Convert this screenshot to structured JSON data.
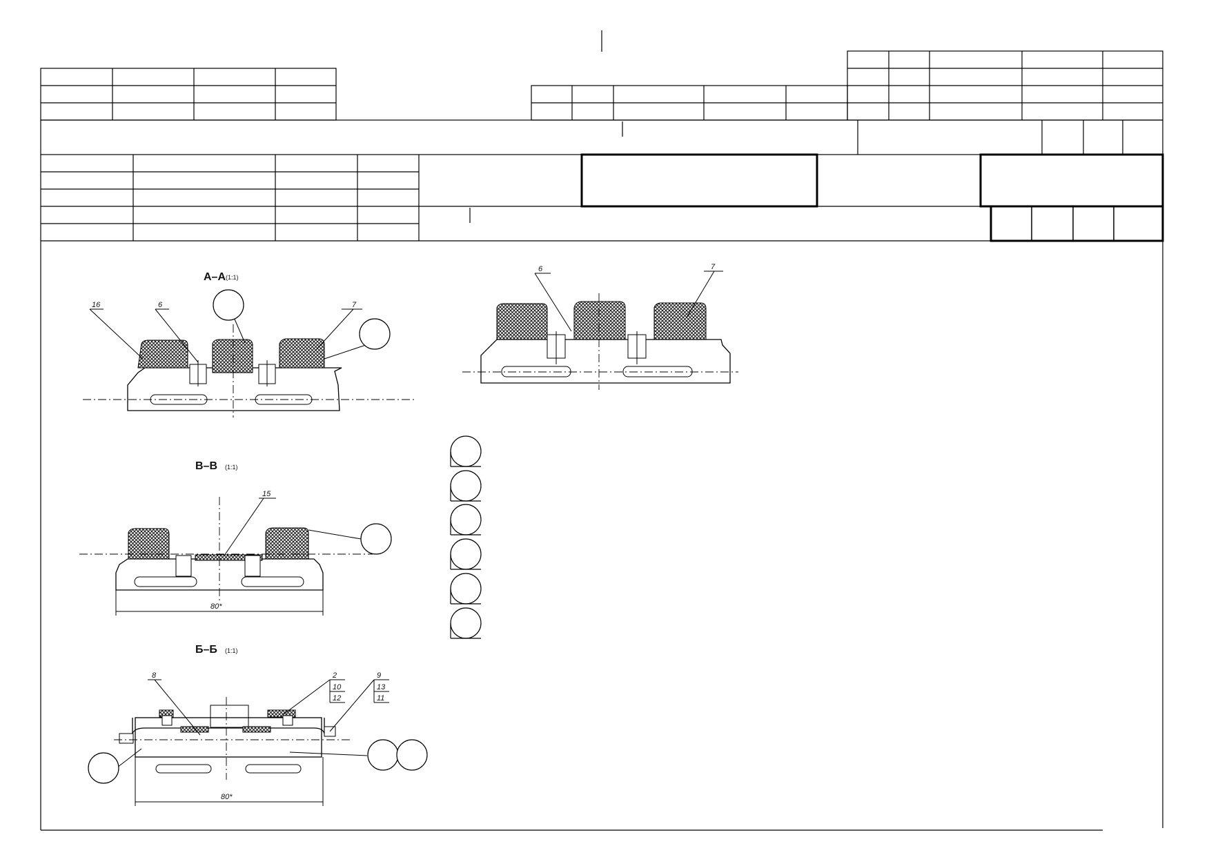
{
  "sections": {
    "aa": {
      "title": "А–А",
      "scale": "(1:1)",
      "callouts": [
        "16",
        "6",
        "7"
      ]
    },
    "top": {
      "callouts": [
        "6",
        "7"
      ]
    },
    "vv": {
      "title": "В–В",
      "scale": "(1:1)",
      "callouts": [
        "15"
      ],
      "dimension": "80*"
    },
    "bb": {
      "title": "Б–Б",
      "scale": "(1:1)",
      "callouts": [
        "8",
        "2",
        "10",
        "12",
        "9",
        "13",
        "11"
      ],
      "dimension": "80*"
    }
  },
  "colors": {
    "line": "#000000",
    "hatch": "#1a1a1a",
    "paper": "#ffffff"
  }
}
